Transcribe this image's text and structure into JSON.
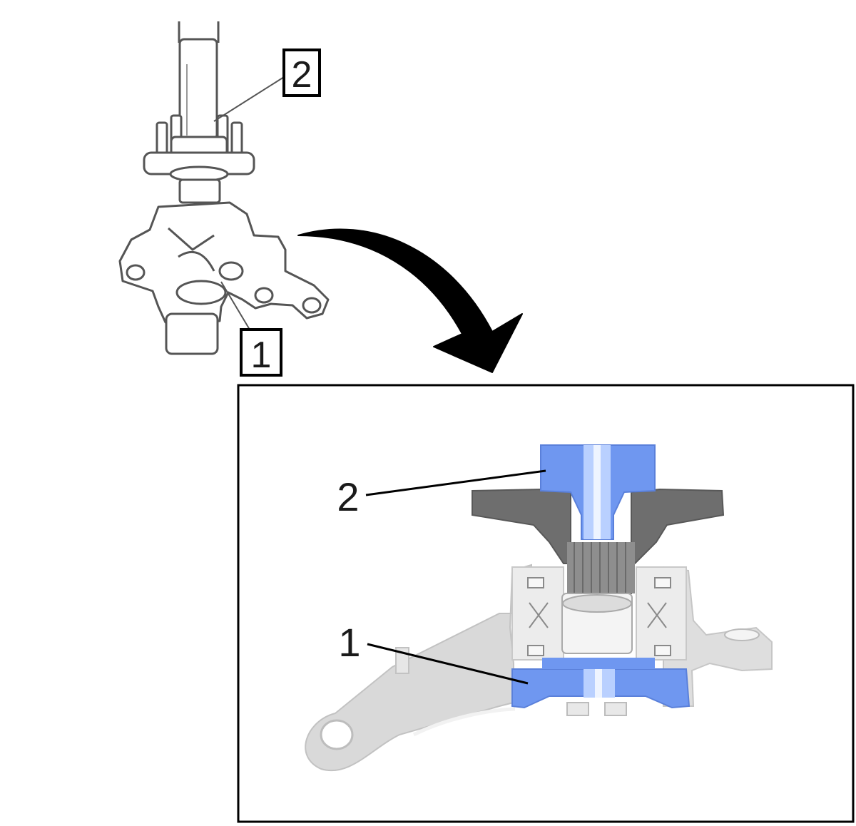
{
  "overview": {
    "callouts": [
      {
        "label": "1"
      },
      {
        "label": "2"
      }
    ]
  },
  "detail": {
    "callouts": [
      {
        "label": "1"
      },
      {
        "label": "2"
      }
    ]
  },
  "colors": {
    "line_art": "#4a4a4a",
    "highlight_blue": "#6f97f0",
    "hub_dark_gray": "#6b6b6b",
    "knuckle_light_gray": "#d6d6d6",
    "arrow": "#000000",
    "frame": "#000000"
  }
}
